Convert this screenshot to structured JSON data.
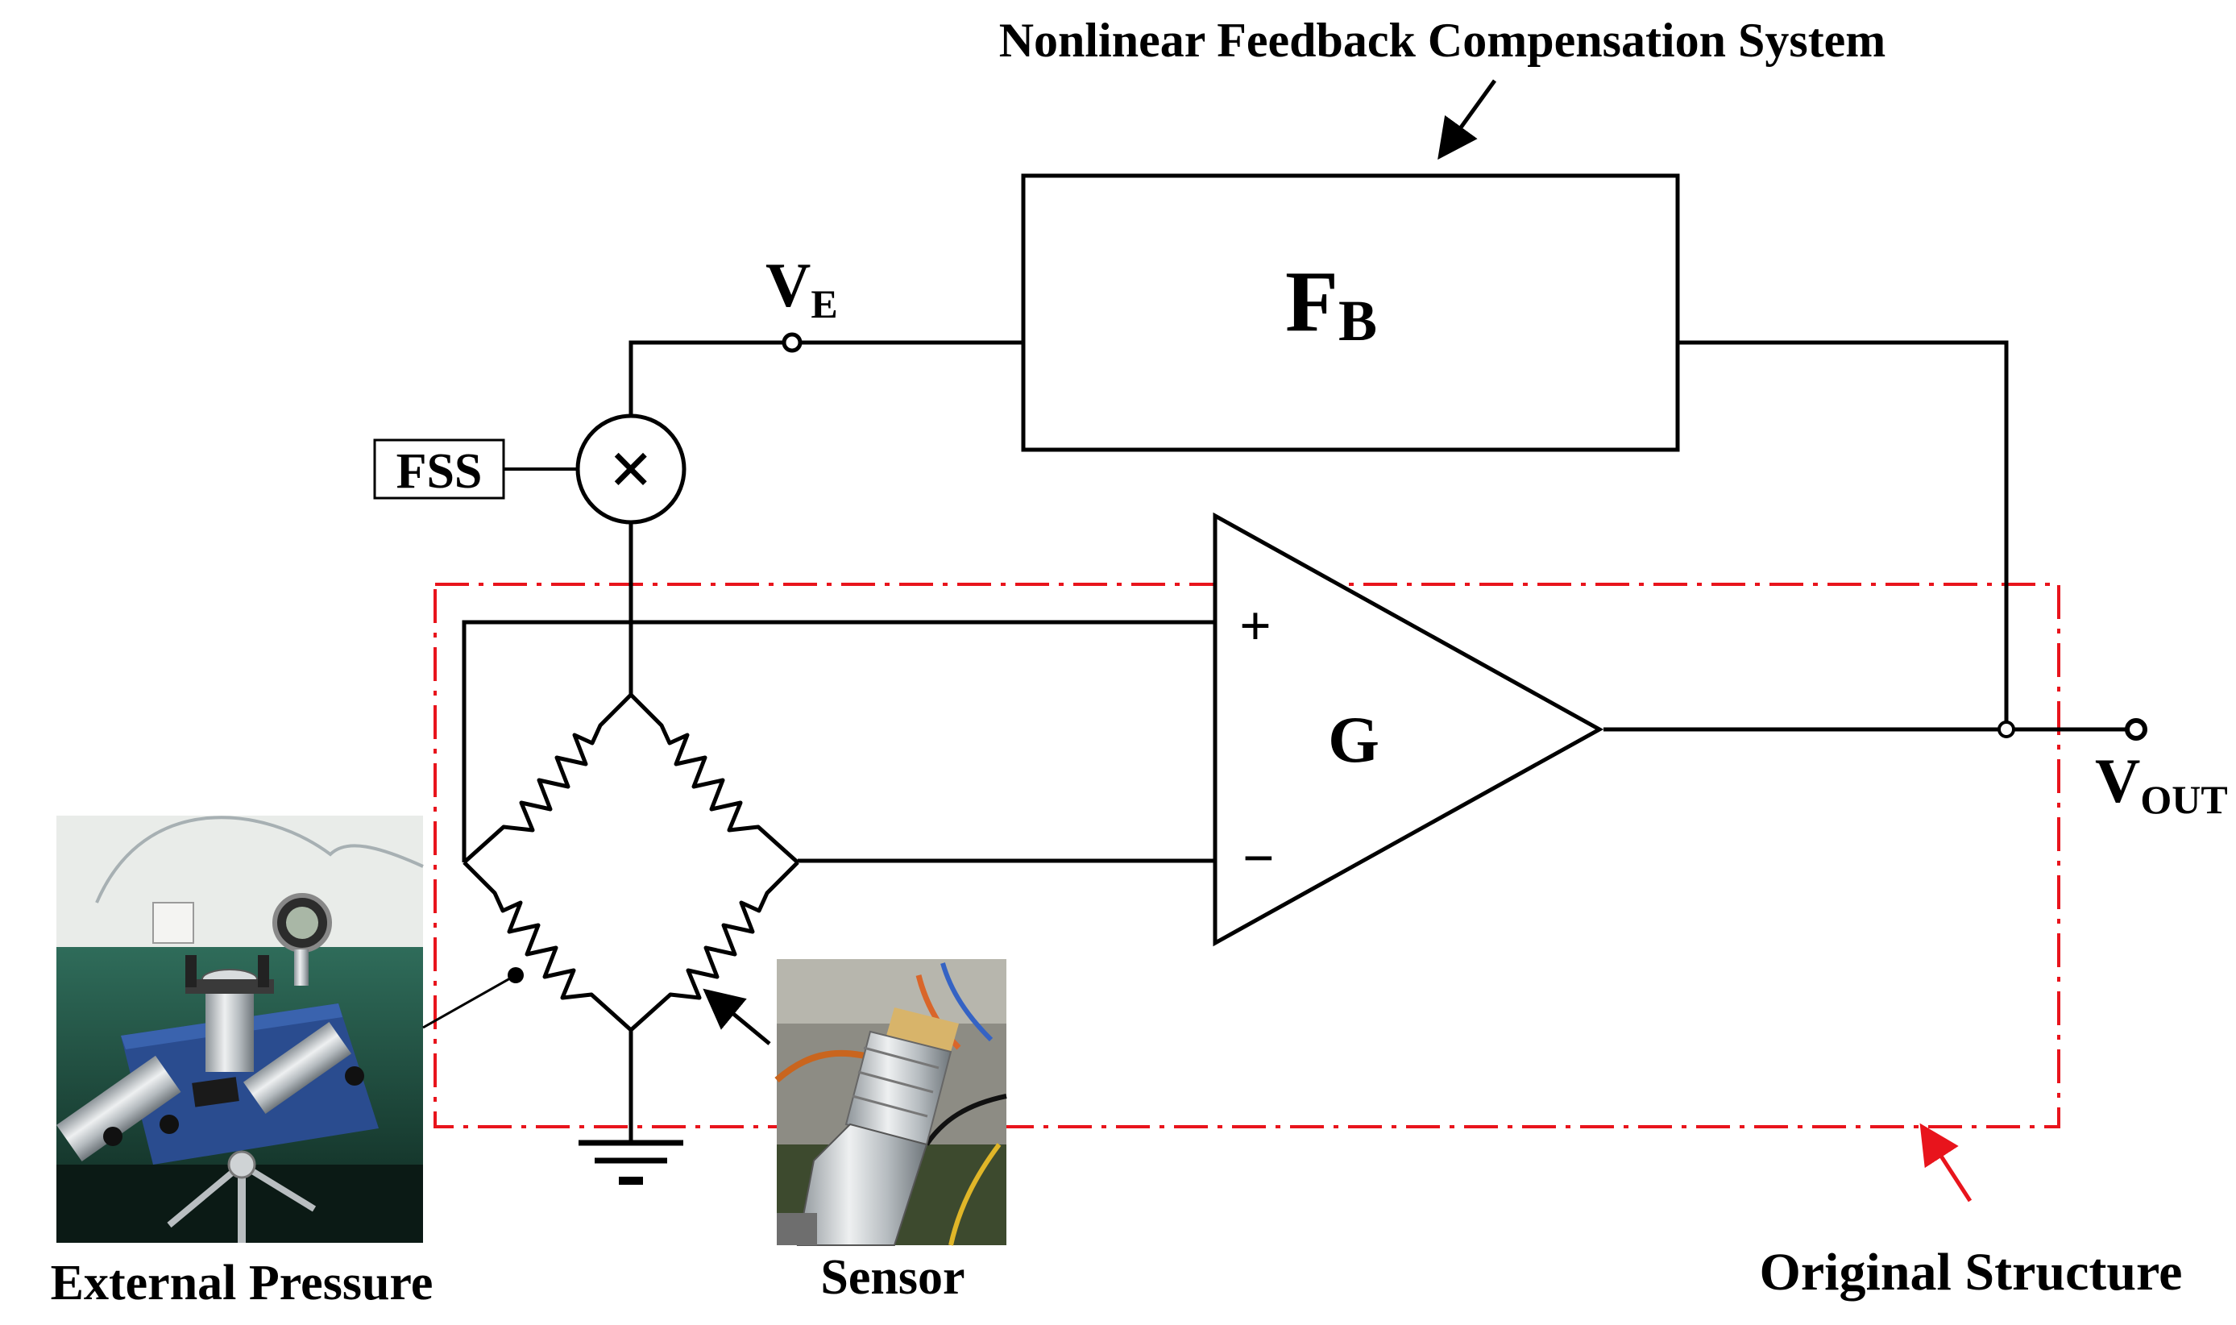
{
  "diagram": {
    "title": "Nonlinear Feedback Compensation System",
    "feedback_block": {
      "main": "F",
      "sub": "B"
    },
    "node_ve": {
      "main": "V",
      "sub": "E"
    },
    "multiplier_input": "FSS",
    "multiplier_symbol": "×",
    "amplifier": {
      "label": "G",
      "plus": "+",
      "minus": "−"
    },
    "output": {
      "main": "V",
      "sub": "OUT"
    },
    "photo_left_caption": "External Pressure",
    "photo_right_caption": "Sensor",
    "region_label": "Original Structure",
    "colors": {
      "wire": "#000000",
      "region_border": "#e8141c",
      "region_arrow": "#e8141c"
    }
  }
}
